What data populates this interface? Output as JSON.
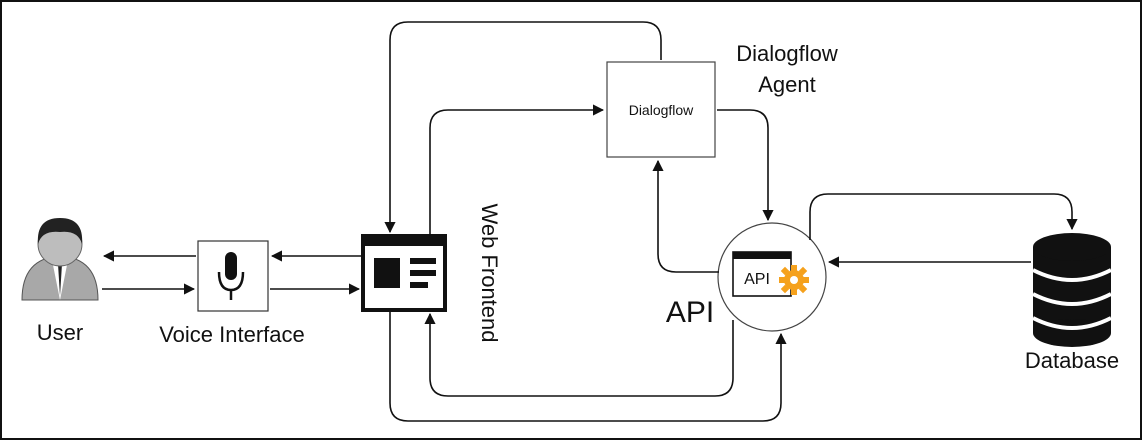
{
  "nodes": {
    "user": {
      "label": "User",
      "icon": "user-icon"
    },
    "voice_interface": {
      "label": "Voice Interface",
      "icon": "microphone-icon"
    },
    "web_frontend": {
      "label": "Web Frontend",
      "icon": "browser-window-icon"
    },
    "dialogflow": {
      "box_label": "Dialogflow",
      "caption_line1": "Dialogflow",
      "caption_line2": "Agent"
    },
    "api": {
      "label": "API",
      "inner_label": "API",
      "icon": "gear-icon"
    },
    "database": {
      "label": "Database",
      "icon": "database-icon"
    }
  },
  "colors": {
    "stroke": "#111111",
    "gear": "#f5a11c",
    "user_gray": "#9a9a9a",
    "user_dark": "#222222"
  }
}
